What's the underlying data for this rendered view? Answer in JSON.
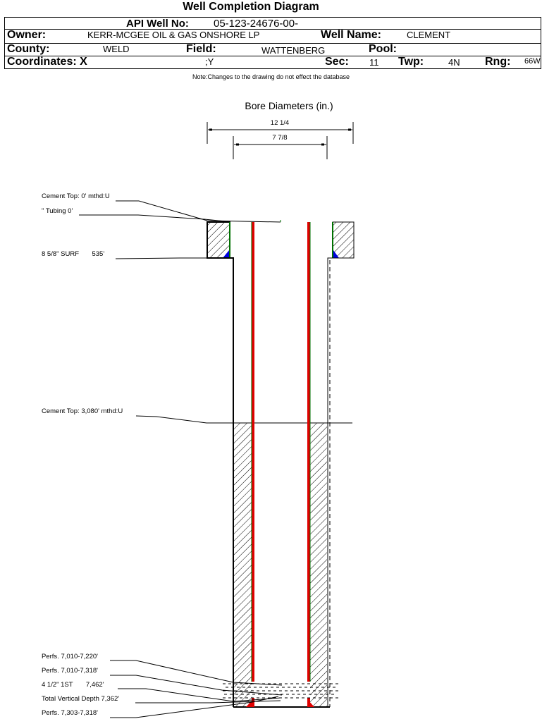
{
  "title": "Well Completion Diagram",
  "header": {
    "api_label": "API Well No:",
    "api_value": "05-123-24676-00-",
    "owner_label": "Owner:",
    "owner_value": "KERR-MCGEE OIL & GAS ONSHORE LP",
    "well_name_label": "Well Name:",
    "well_name_value": "CLEMENT",
    "county_label": "County:",
    "county_value": "WELD",
    "field_label": "Field:",
    "field_value": "WATTENBERG",
    "pool_label": "Pool:",
    "pool_value": "",
    "coords_label": "Coordinates: X",
    "coords_y": ";Y",
    "sec_label": "Sec:",
    "sec_value": "11",
    "twp_label": "Twp:",
    "twp_value": "4N",
    "rng_label": "Rng:",
    "rng_value": "66W"
  },
  "note": "Note:Changes to the drawing do not effect the database",
  "bore": {
    "title": "Bore Diameters (in.)",
    "outer": "12 1/4",
    "inner": "7 7/8"
  },
  "annotations": {
    "cement_top_surface": "Cement Top: 0' mthd:U",
    "tubing": "\" Tubing 0'",
    "surface_casing": "8 5/8\" SURF       535'",
    "cement_top_prod": "Cement Top: 3,080' mthd:U",
    "perfs1": "Perfs. 7,010-7,220'",
    "perfs2": "Perfs. 7,010-7,318'",
    "prod_casing": "4 1/2\" 1ST       7,462'",
    "tvd": "Total Vertical Depth 7,362'",
    "perfs3": "Perfs. 7,303-7,318'"
  },
  "colors": {
    "tubing_fill": "#e00000",
    "tubing_edge": "#007000",
    "cement_fill": "#0000e0",
    "line": "#000000"
  }
}
